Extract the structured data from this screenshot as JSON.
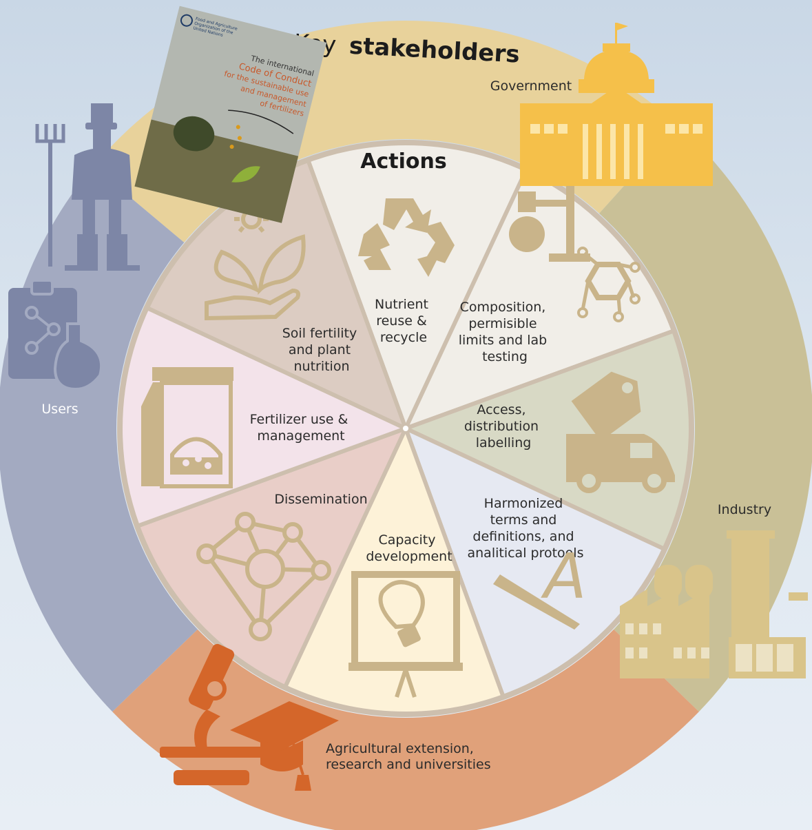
{
  "title": {
    "prefix": "Key",
    "bold": "stakeholders"
  },
  "actions_title": "Actions",
  "stakeholders": {
    "government": "Government",
    "industry": "Industry",
    "users": "Users",
    "academia": [
      "Agricultural extension,",
      "research and universities"
    ]
  },
  "book": {
    "publisher": [
      "Food and Agriculture",
      "Organization of the",
      "United Nations"
    ],
    "title": [
      "The international",
      "Code of Conduct",
      "for the sustainable use",
      "and management",
      "of fertilizers"
    ]
  },
  "actions": [
    {
      "lines": [
        "Nutrient",
        "reuse &",
        "recycle"
      ]
    },
    {
      "lines": [
        "Composition,",
        "permisible",
        "limits and lab",
        "testing"
      ]
    },
    {
      "lines": [
        "Access,",
        "distribution",
        "labelling"
      ]
    },
    {
      "lines": [
        "Harmonized",
        "terms and",
        "definitions, and",
        "analitical protools"
      ]
    },
    {
      "lines": [
        "Capacity",
        "development"
      ]
    },
    {
      "lines": [
        "Dissemination"
      ]
    },
    {
      "lines": [
        "Fertilizer use &",
        "management"
      ]
    },
    {
      "lines": [
        "Soil fertility",
        "and plant",
        "nutrition"
      ]
    }
  ],
  "colors": {
    "government_ring": "#e8d29b",
    "industry_ring": "#c9c097",
    "users_ring": "#a3aac1",
    "academia_ring": "#e0a17a",
    "wedges": [
      "#f1eee8",
      "#f1eee8",
      "#d8d9c5",
      "#e6e9f2",
      "#fdf2d8",
      "#e9cec8",
      "#f3e3ea",
      "#dcccc2"
    ],
    "icon_tan": "#c9b48a",
    "icon_blue": "#7d86a6",
    "icon_orange": "#d4662a",
    "icon_gold": "#f5c04a"
  }
}
